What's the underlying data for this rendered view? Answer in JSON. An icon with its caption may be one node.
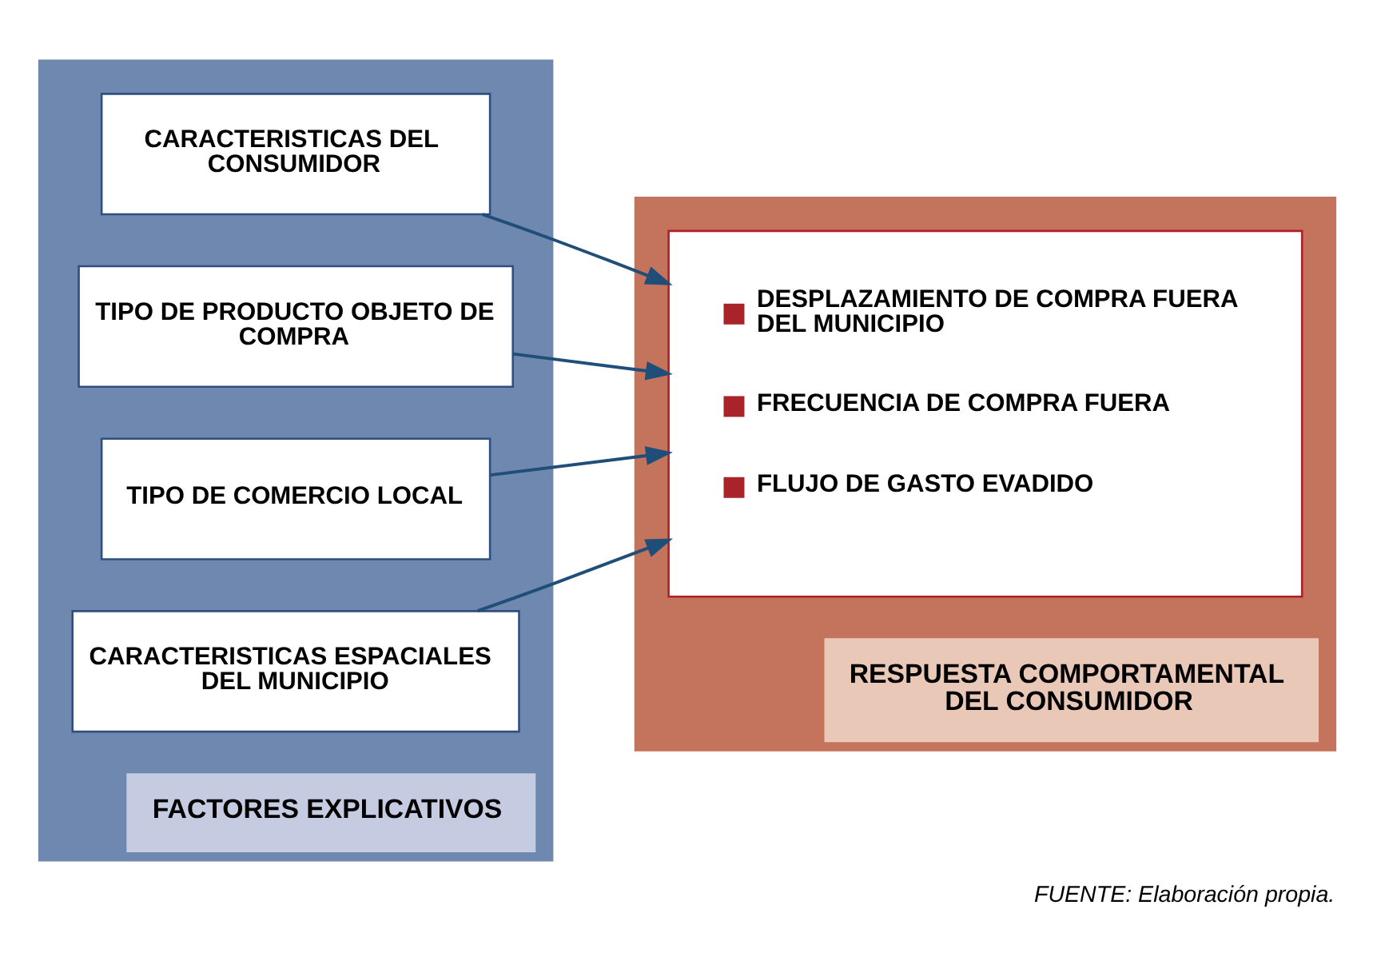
{
  "diagram": {
    "caption": "FUENTE: Elaboración propia.",
    "nodes": [
      {
        "text": [
          "FACTORES EXPLICATIVOS"
        ]
      },
      {
        "text": [
          "CARACTERISTICAS DEL CONSUMIDOR"
        ],
        "in": 0
      },
      {
        "text": [
          "TIPO DE PRODUCTO OBJETO DE COMPRA"
        ],
        "in": 0
      },
      {
        "text": [
          "TIPO DE COMERCIO LOCAL"
        ],
        "in": 0
      },
      {
        "text": [
          "CARACTERISTICAS ESPACIALES DEL MUNICIPIO"
        ],
        "in": 0
      },
      {
        "text": [
          "RESPUESTA COMPORTAMENTAL DEL CONSUMIDOR"
        ]
      },
      {
        "text": [
          "DESPLAZAMIENTO DE COMPRA FUERA DEL MUNICIPIO",
          "FRECUENCIA DE COMPRA FUERA",
          "FLUJO DE GASTO EVADIDO"
        ],
        "in": 5
      }
    ],
    "edges": [
      {
        "from": 1,
        "to": 6,
        "arrow": "to"
      },
      {
        "from": 2,
        "to": 6,
        "arrow": "to"
      },
      {
        "from": 3,
        "to": 6,
        "arrow": "to"
      },
      {
        "from": 4,
        "to": 6,
        "arrow": "to"
      }
    ]
  }
}
